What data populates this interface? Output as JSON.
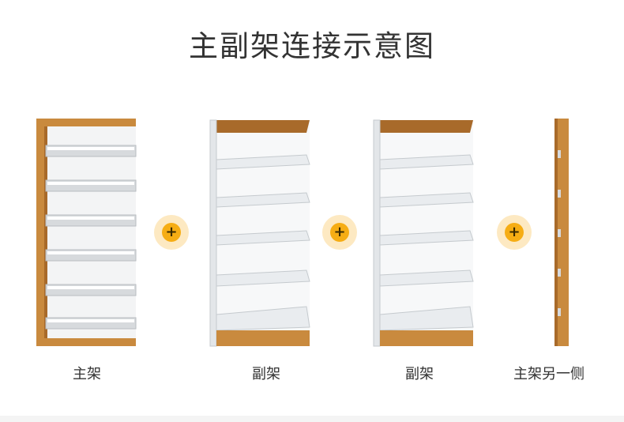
{
  "title": "主副架连接示意图",
  "captions": [
    "主架",
    "副架",
    "副架",
    "主架另一侧"
  ],
  "connector_symbol": "+",
  "colors": {
    "wood": "#c98a3e",
    "wood_dark": "#a86a2a",
    "steel": "#e9ecef",
    "steel_edge": "#c5cace",
    "accent": "#f6ad14",
    "accent_glow": "#fde9c2"
  }
}
